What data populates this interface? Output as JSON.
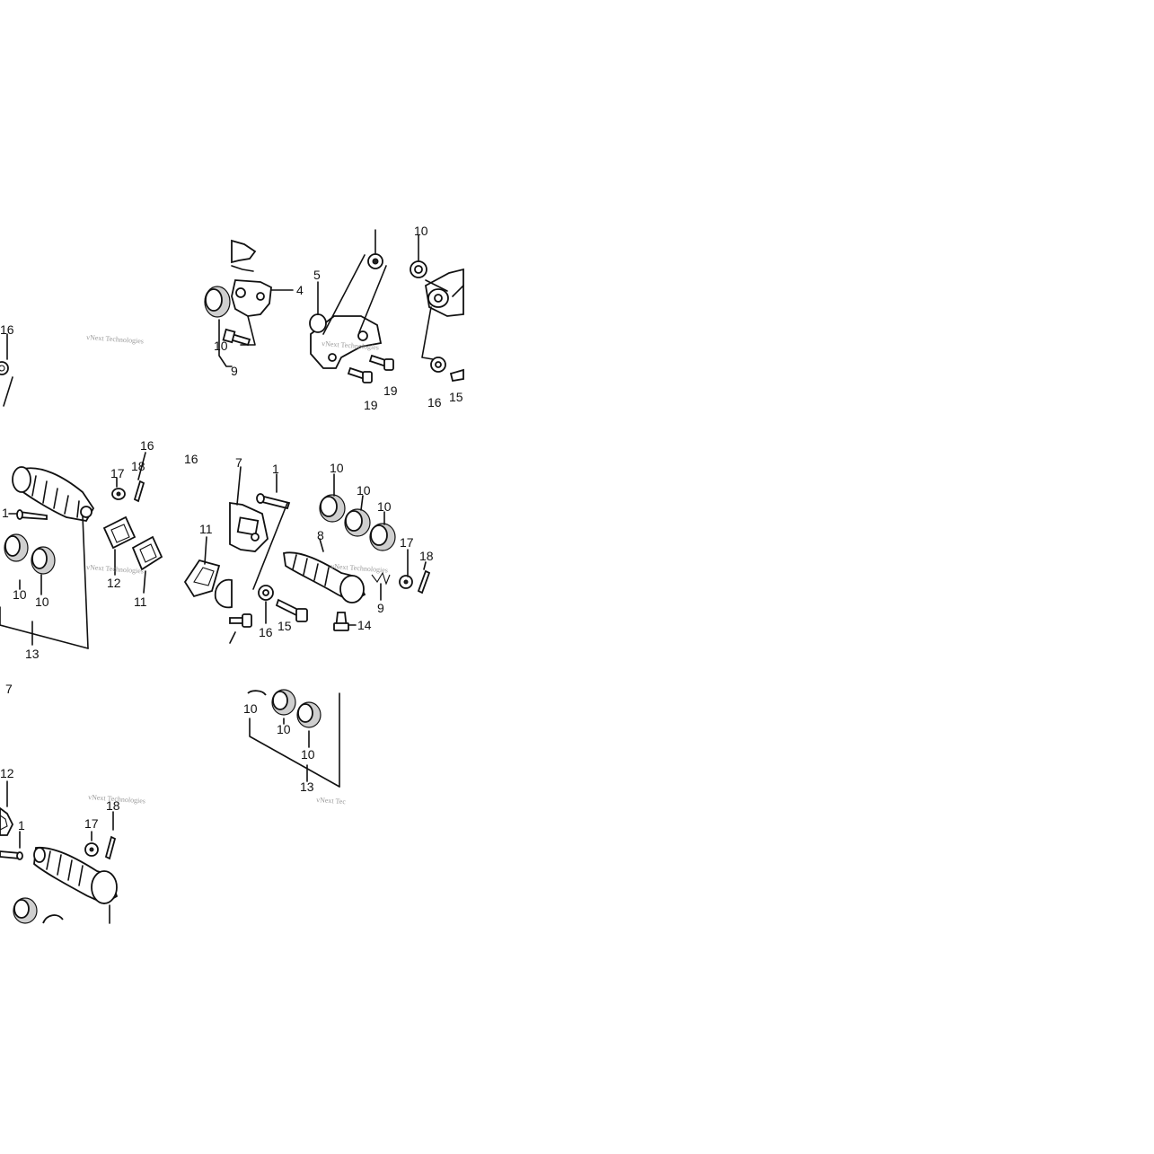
{
  "watermark": {
    "text": "vNext Technologies",
    "short_text": "vNext Tec"
  },
  "callouts": {
    "c_16_top_left": "16",
    "c_4": "4",
    "c_10_upper": "10",
    "c_9_upper": "9",
    "c_5": "5",
    "c_10_upper_right": "10",
    "c_19_a": "19",
    "c_19_b": "19",
    "c_16_upper_right": "16",
    "c_15_upper_right": "15",
    "c_16_mid_left": "16",
    "c_17_mid_left": "17",
    "c_18_mid_left": "18",
    "c_1_mid_left": "1",
    "c_10_mid_left_a": "10",
    "c_10_mid_left_b": "10",
    "c_12_mid_left": "12",
    "c_11_mid_left": "11",
    "c_13_mid_left": "13",
    "c_16_mid_center": "16",
    "c_7_mid_center": "7",
    "c_1_mid_center": "1",
    "c_10_mid_center_a": "10",
    "c_10_mid_center_b": "10",
    "c_10_mid_center_c": "10",
    "c_11_mid_center": "11",
    "c_8_mid_center": "8",
    "c_17_mid_center": "17",
    "c_18_mid_center": "18",
    "c_9_mid_center": "9",
    "c_16_lower_center": "16",
    "c_15_lower_center": "15",
    "c_14_lower_center": "14",
    "c_7_bottom_left": "7",
    "c_10_bottom_center_a": "10",
    "c_10_bottom_center_b": "10",
    "c_10_bottom_center_c": "10",
    "c_13_bottom_center": "13",
    "c_12_bottom_left": "12",
    "c_1_bottom_left": "1",
    "c_17_bottom_left": "17",
    "c_18_bottom_left": "18"
  }
}
